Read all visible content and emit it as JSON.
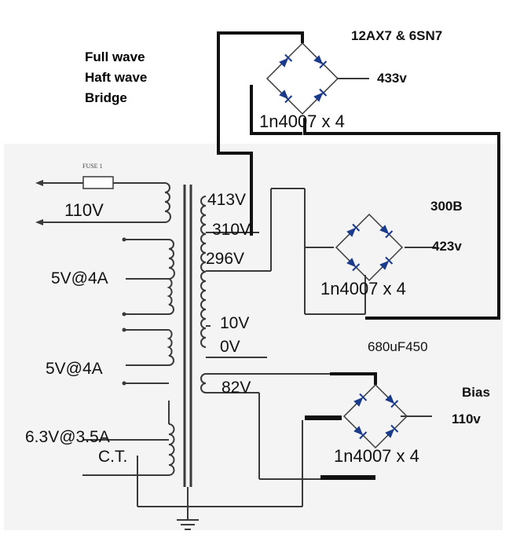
{
  "notes": [
    "Full wave",
    "Haft wave",
    "Bridge"
  ],
  "tubes": {
    "top": "12AX7 & 6SN7",
    "middle": "300B",
    "bias": "Bias"
  },
  "outputs": {
    "top_voltage": "433v",
    "middle_voltage": "423v",
    "bias_voltage": "110v"
  },
  "rectifier_label": "1n4007 x 4",
  "capacitor": "680uF450",
  "fuse_label": "FUSE 1",
  "primary": "110V",
  "secondary_taps": {
    "hv": [
      "413V",
      "310V",
      "296V"
    ],
    "low": [
      "10V",
      "0V"
    ],
    "bias": "82V"
  },
  "heaters": [
    "5V@4A",
    "5V@4A",
    "6.3V@3.5A",
    "C.T."
  ],
  "colors": {
    "wire": "#111111",
    "schematic": "#3a3a3a",
    "diode": "#1a3a8c",
    "background_panel": "#f4f4f4"
  }
}
